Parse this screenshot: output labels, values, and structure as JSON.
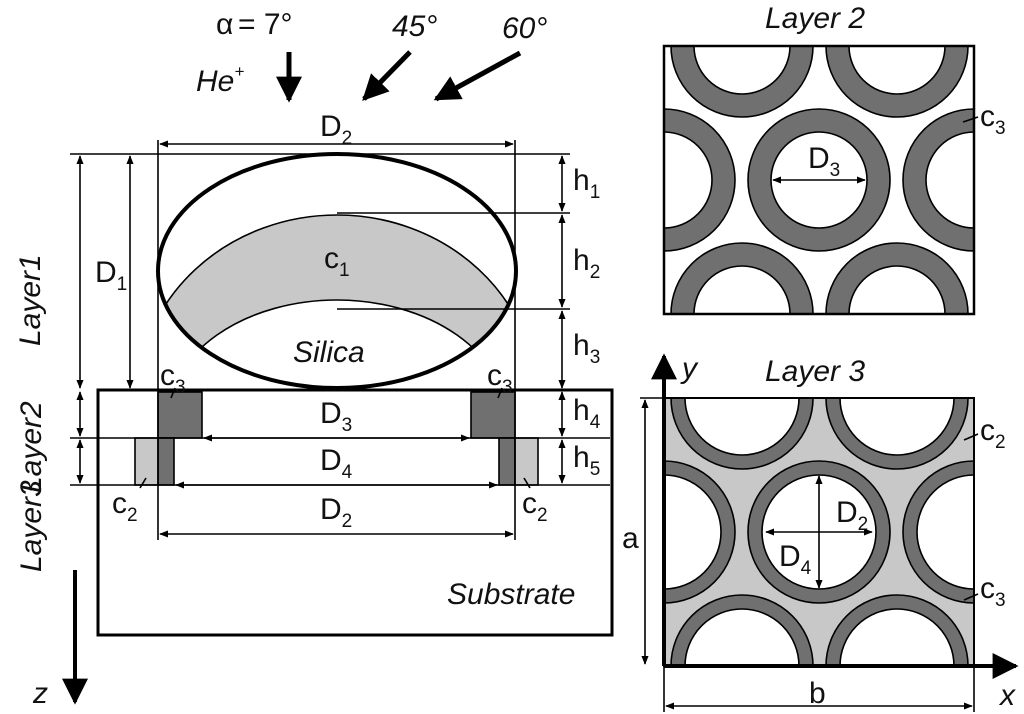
{
  "incidence": {
    "alpha_symbol": "α",
    "alpha_value": "= 7°",
    "angle_45": "45°",
    "angle_60": "60°",
    "ion": "He",
    "ion_charge": "+"
  },
  "cross_section": {
    "D2_top": {
      "base": "D",
      "sub": "2"
    },
    "D1": {
      "base": "D",
      "sub": "1"
    },
    "h1": {
      "base": "h",
      "sub": "1"
    },
    "h2": {
      "base": "h",
      "sub": "2"
    },
    "h3": {
      "base": "h",
      "sub": "3"
    },
    "h4": {
      "base": "h",
      "sub": "4"
    },
    "h5": {
      "base": "h",
      "sub": "5"
    },
    "c1": {
      "base": "c",
      "sub": "1"
    },
    "c3_left": {
      "base": "c",
      "sub": "3"
    },
    "c3_right": {
      "base": "c",
      "sub": "3"
    },
    "c2_left": {
      "base": "c",
      "sub": "2"
    },
    "c2_right": {
      "base": "c",
      "sub": "2"
    },
    "D3": {
      "base": "D",
      "sub": "3"
    },
    "D4": {
      "base": "D",
      "sub": "4"
    },
    "D2_bottom": {
      "base": "D",
      "sub": "2"
    },
    "silica": "Silica",
    "substrate": "Substrate",
    "layer1": "Layer1",
    "layer2": "Layer2",
    "layer3": "Layer3",
    "z_axis": "z"
  },
  "layer2_panel": {
    "title": "Layer 2",
    "D3": {
      "base": "D",
      "sub": "3"
    },
    "c3": {
      "base": "c",
      "sub": "3"
    }
  },
  "layer3_panel": {
    "title": "Layer 3",
    "D2": {
      "base": "D",
      "sub": "2"
    },
    "D4": {
      "base": "D",
      "sub": "4"
    },
    "c2": {
      "base": "c",
      "sub": "2"
    },
    "c3": {
      "base": "c",
      "sub": "3"
    },
    "a": "a",
    "b": "b",
    "x_axis": "x",
    "y_axis": "y"
  },
  "colors": {
    "dark_gray": "#707070",
    "light_gray": "#c8c8c8",
    "outline": "#000000",
    "background": "#ffffff"
  }
}
